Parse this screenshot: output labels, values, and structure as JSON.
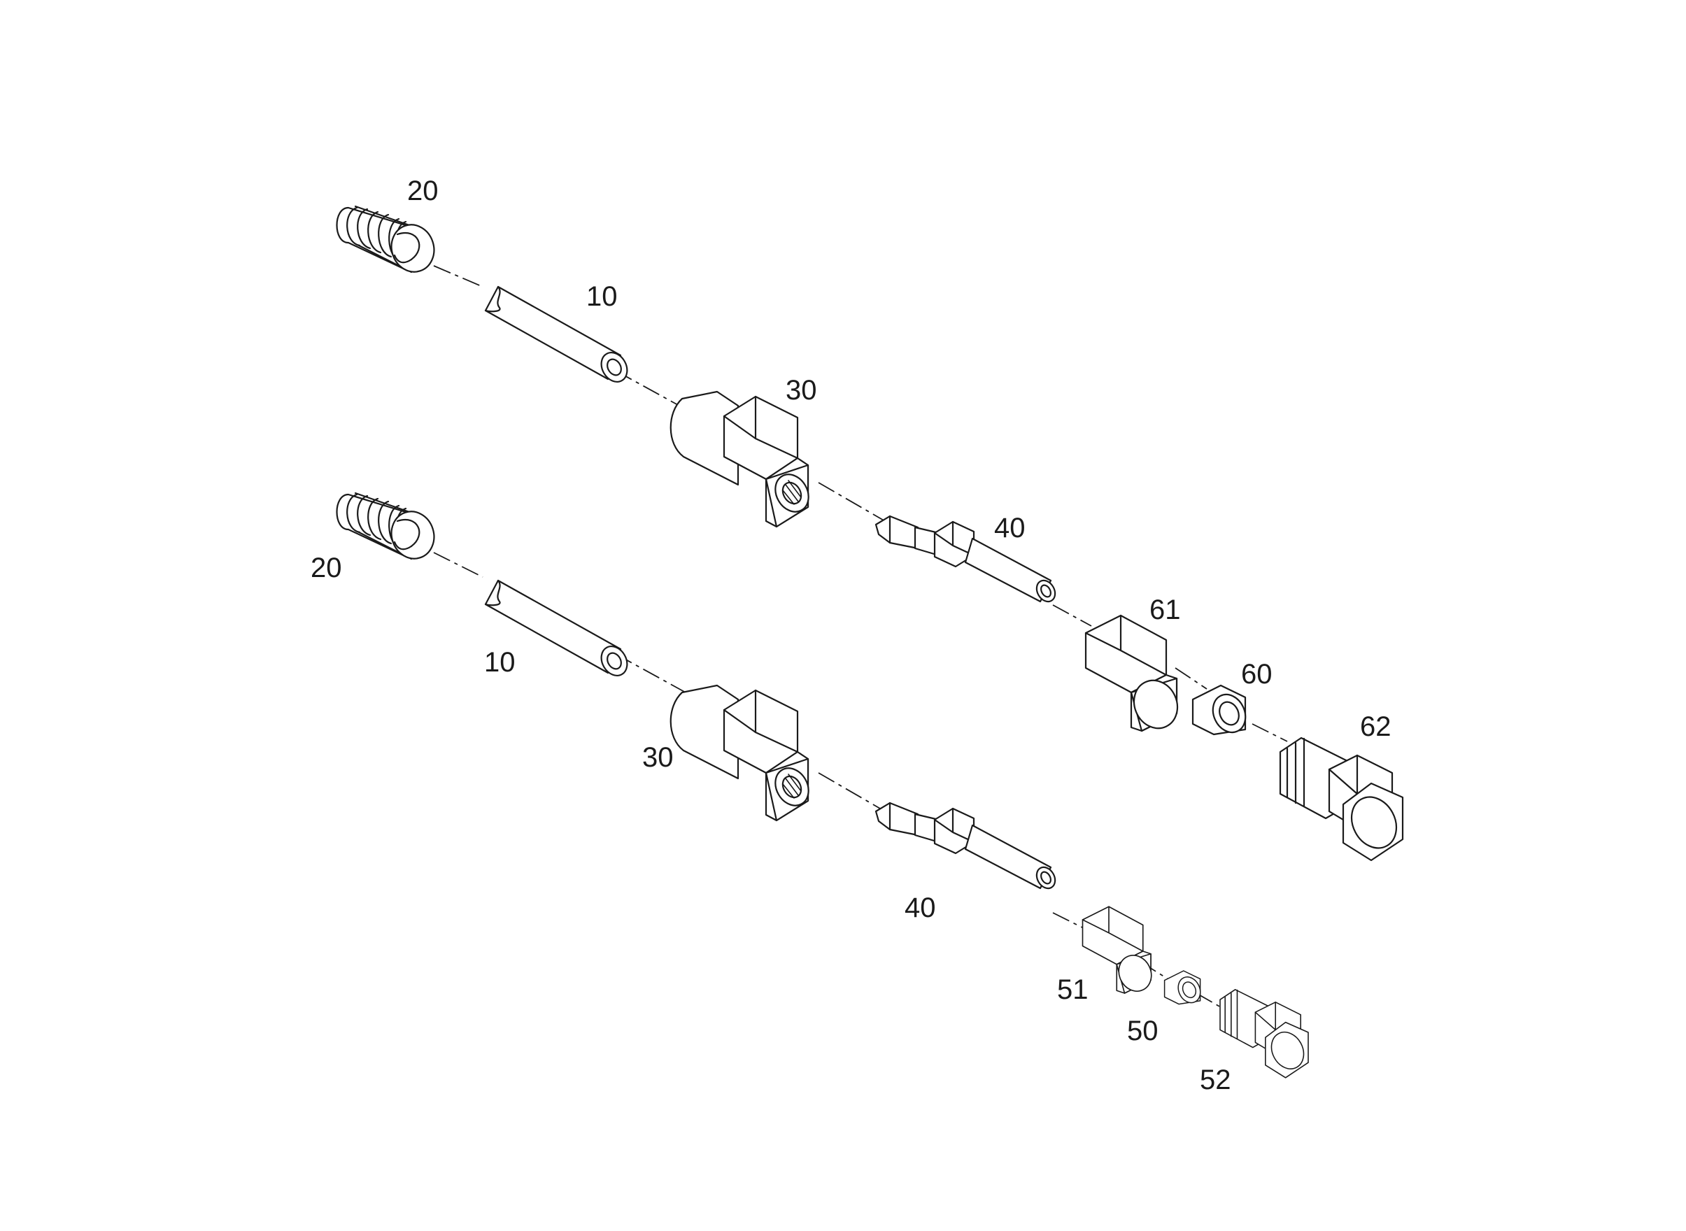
{
  "labels": {
    "u20": "20",
    "u10": "10",
    "u30": "30",
    "u40": "40",
    "p61": "61",
    "p60": "60",
    "p62": "62",
    "l20": "20",
    "l10": "10",
    "l30": "30",
    "l40": "40",
    "p51": "51",
    "p50": "50",
    "p52": "52"
  },
  "colors": {
    "line": "#1a1a1a",
    "background": "#ffffff"
  }
}
